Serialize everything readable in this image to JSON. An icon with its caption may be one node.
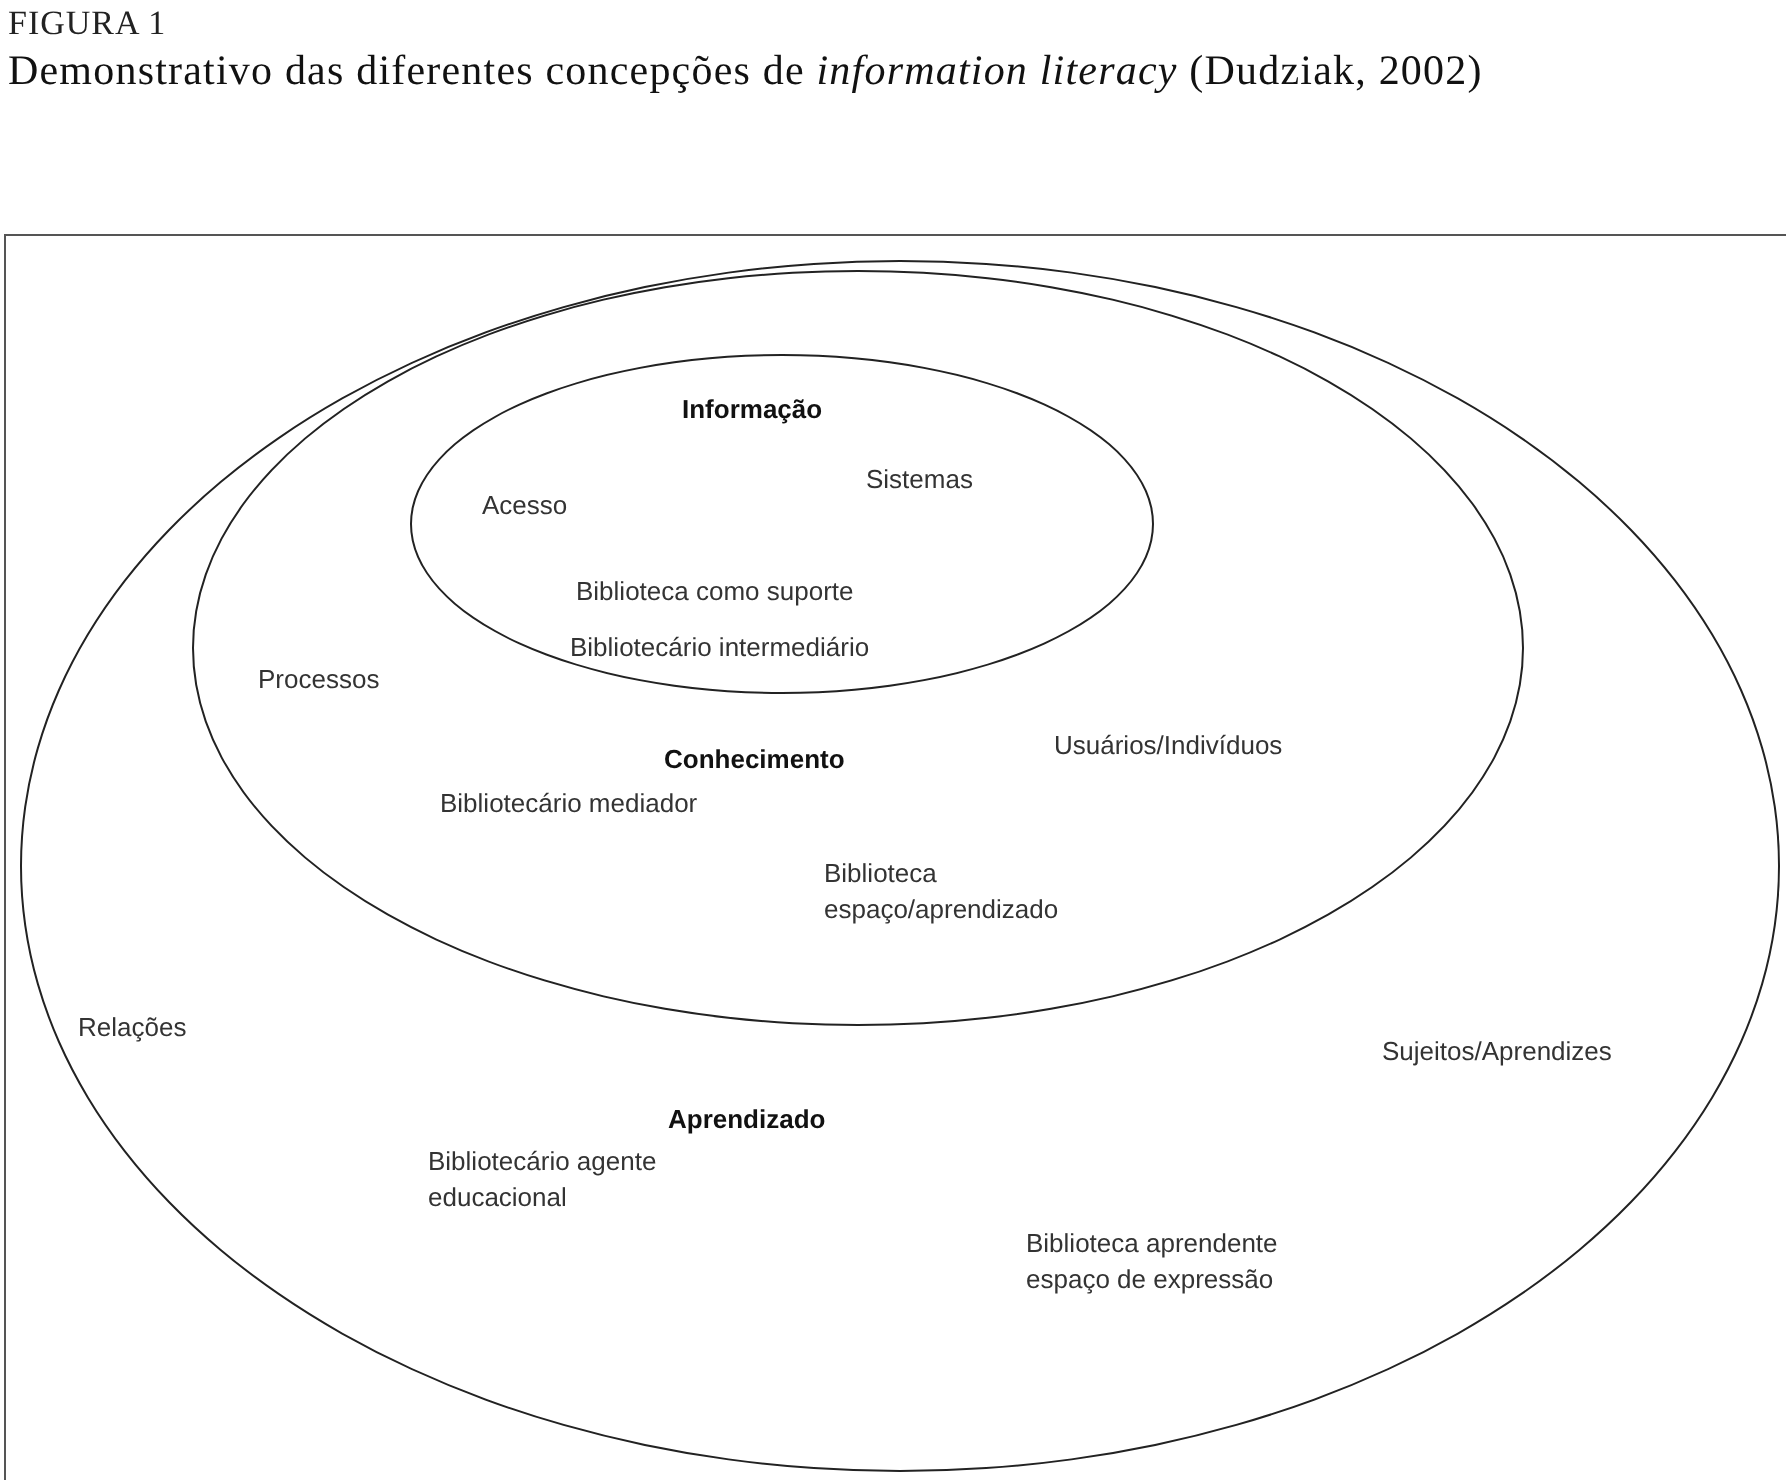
{
  "diagram": {
    "title": "Demonstrativo das diferentes concepções de *information literacy* (Dudziak, 2002)",
    "nodes": [
      {
        "text": [
          "Aprendizado",
          "Relações",
          "Sujeitos/Aprendizes",
          "Bibliotecário agente educacional",
          "Biblioteca aprendente espaço de expressão"
        ]
      },
      {
        "text": [
          "Conhecimento",
          "Processos",
          "Usuários/Indivíduos",
          "Bibliotecário mediador",
          "Biblioteca espaço/aprendizado"
        ],
        "in": 0
      },
      {
        "text": [
          "Informação",
          "Acesso",
          "Sistemas",
          "Biblioteca como suporte",
          "Bibliotecário intermediário"
        ],
        "in": 1
      }
    ],
    "labels": [
      "FIGURA 1"
    ]
  }
}
